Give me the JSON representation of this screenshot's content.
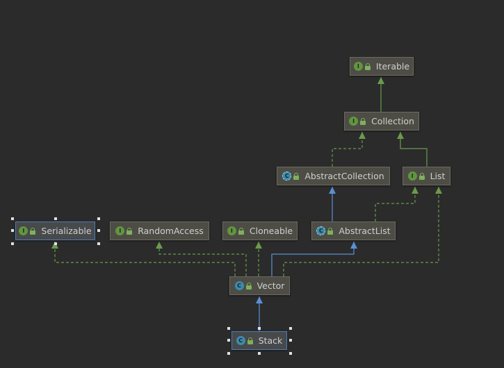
{
  "colors": {
    "background": "#2b2b2b",
    "implements_edge": "#6a9b4c",
    "extends_edge": "#5b8fd6",
    "node_fill": "#4d4d46",
    "interface_icon": "#62953f",
    "class_icon": "#3e8aab"
  },
  "nodes": {
    "iterable": {
      "label": "Iterable",
      "kind": "interface",
      "kind_letter": "I"
    },
    "collection": {
      "label": "Collection",
      "kind": "interface",
      "kind_letter": "I"
    },
    "abstract_collection": {
      "label": "AbstractCollection",
      "kind": "abstract-class",
      "kind_letter": "C"
    },
    "list": {
      "label": "List",
      "kind": "interface",
      "kind_letter": "I"
    },
    "serializable": {
      "label": "Serializable",
      "kind": "interface",
      "kind_letter": "I"
    },
    "random_access": {
      "label": "RandomAccess",
      "kind": "interface",
      "kind_letter": "I"
    },
    "cloneable": {
      "label": "Cloneable",
      "kind": "interface",
      "kind_letter": "I"
    },
    "abstract_list": {
      "label": "AbstractList",
      "kind": "abstract-class",
      "kind_letter": "C"
    },
    "vector": {
      "label": "Vector",
      "kind": "class",
      "kind_letter": "C"
    },
    "stack": {
      "label": "Stack",
      "kind": "class",
      "kind_letter": "C"
    }
  },
  "edges": [
    {
      "from": "collection",
      "to": "iterable",
      "type": "extends-interface"
    },
    {
      "from": "abstract_collection",
      "to": "collection",
      "type": "implements"
    },
    {
      "from": "list",
      "to": "collection",
      "type": "extends-interface"
    },
    {
      "from": "abstract_list",
      "to": "abstract_collection",
      "type": "extends"
    },
    {
      "from": "abstract_list",
      "to": "list",
      "type": "implements"
    },
    {
      "from": "vector",
      "to": "serializable",
      "type": "implements"
    },
    {
      "from": "vector",
      "to": "random_access",
      "type": "implements"
    },
    {
      "from": "vector",
      "to": "cloneable",
      "type": "implements"
    },
    {
      "from": "vector",
      "to": "abstract_list",
      "type": "extends"
    },
    {
      "from": "vector",
      "to": "list",
      "type": "implements"
    },
    {
      "from": "stack",
      "to": "vector",
      "type": "extends"
    }
  ]
}
